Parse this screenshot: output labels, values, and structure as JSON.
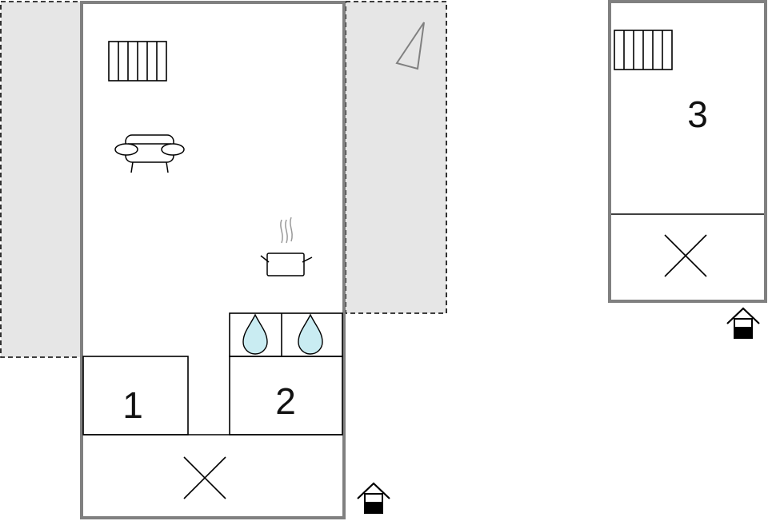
{
  "floorplan": {
    "rooms": [
      {
        "label": "1"
      },
      {
        "label": "2"
      },
      {
        "label": "3"
      }
    ],
    "icons": {
      "radiator": "radiator-icon",
      "sofa": "sofa-icon",
      "cooking_pot": "cooking-pot-icon",
      "water_drop": "water-drop-icon",
      "entrance": "entrance-house-icon",
      "compass": "compass-triangle-icon",
      "cross": "cross-mark-icon"
    },
    "colors": {
      "wall": "#808080",
      "terrace_fill": "#e6e6e6",
      "line": "#000000",
      "water": "#c9ecf2"
    }
  }
}
